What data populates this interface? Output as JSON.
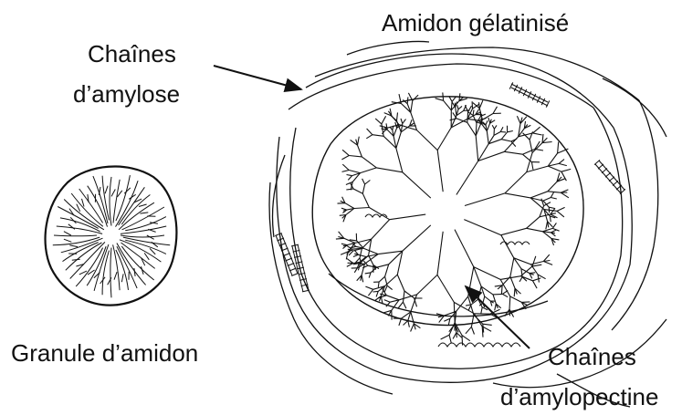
{
  "labels": {
    "amylose_line1": "Chaînes",
    "amylose_line2": "d’amylose",
    "gelatinized": "Amidon gélatinisé",
    "granule": "Granule d’amidon",
    "amylopectin_line1": "Chaînes",
    "amylopectin_line2": "d’amylopectine"
  },
  "colors": {
    "ink": "#111111",
    "background": "#ffffff"
  }
}
